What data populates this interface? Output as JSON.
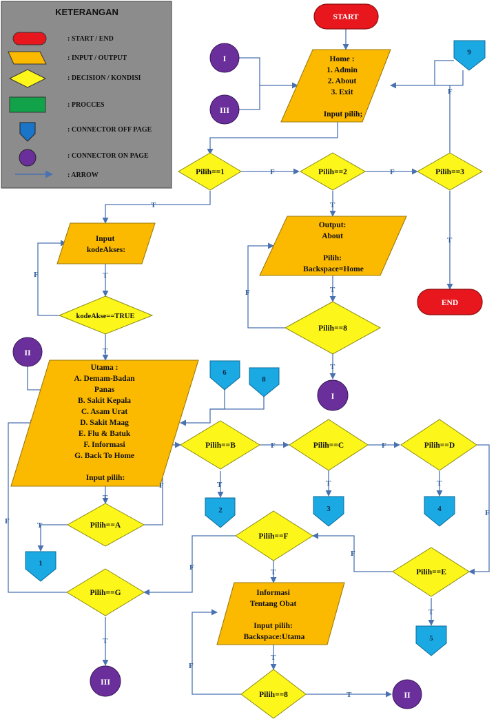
{
  "legend": {
    "title": "KETERANGAN",
    "items": [
      {
        "symbol": "start-end",
        "label": ": START / END"
      },
      {
        "symbol": "input-output",
        "label": ": INPUT / OUTPUT"
      },
      {
        "symbol": "decision",
        "label": ": DECISION / KONDISI"
      },
      {
        "symbol": "process",
        "label": ": PROCCES"
      },
      {
        "symbol": "connector-off-page",
        "label": ": CONNECTOR OFF PAGE"
      },
      {
        "symbol": "connector-on-page",
        "label": ": CONNECTOR ON PAGE"
      },
      {
        "symbol": "arrow",
        "label": ": ARROW"
      }
    ]
  },
  "colors": {
    "start_end": "#e8161d",
    "io": "#fbb900",
    "decision": "#fdf61a",
    "process": "#12a34a",
    "offpage": "#1aa9e3",
    "onpage": "#6b2f9c",
    "arrow": "#4a72b0",
    "legend_bg": "#8c8c8c"
  },
  "terminals": {
    "start": "START",
    "end": "END"
  },
  "io": {
    "home": [
      "Home :",
      "1. Admin",
      "2. About",
      "3. Exit",
      "",
      "Input pilih;"
    ],
    "kode": [
      "Input",
      "kodeAkses:"
    ],
    "about": [
      "Output:",
      "About",
      "",
      "Pilih:",
      "Backspace=Home"
    ],
    "utama": [
      "Utama :",
      "A. Demam-Badan",
      "Panas",
      "B. Sakit Kepala",
      "C. Asam Urat",
      "D. Sakit Maag",
      "E. Flu & Batuk",
      "F. Informasi",
      "G. Back To Home",
      "",
      "Input pilih:"
    ],
    "info": [
      "Informasi",
      "Tentang Obat",
      "",
      "Input pilih:",
      "Backspace:Utama"
    ]
  },
  "decisions": {
    "p1": "Pilih==1",
    "p2": "Pilih==2",
    "p3": "Pilih==3",
    "kode": "kodeAkse==TRUE",
    "p8a": "Pilih==8",
    "pA": "Pilih==A",
    "pB": "Pilih==B",
    "pC": "Pilih==C",
    "pD": "Pilih==D",
    "pE": "Pilih==E",
    "pF": "Pilih==F",
    "pG": "Pilih==G",
    "p8b": "Pilih==8"
  },
  "onpage": {
    "c1": "I",
    "c3": "III",
    "c2": "II",
    "c1b": "I",
    "c2b": "II",
    "c3b": "III"
  },
  "offpage": {
    "o9": "9",
    "o6": "6",
    "o8": "8",
    "o1": "1",
    "o2": "2",
    "o3": "3",
    "o4": "4",
    "o5": "5"
  },
  "labels": {
    "t": "T",
    "f": "F"
  }
}
